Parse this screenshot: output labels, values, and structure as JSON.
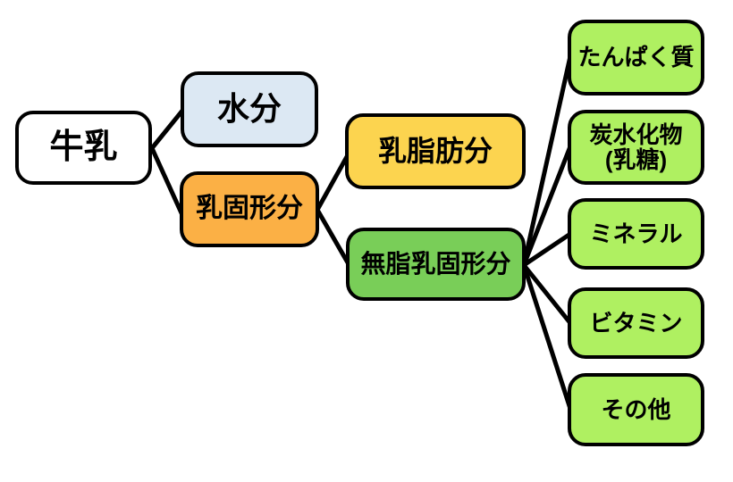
{
  "diagram": {
    "root_label": "牛乳",
    "nodes": [
      {
        "id": "milk",
        "label": "牛乳",
        "color": "#ffffff"
      },
      {
        "id": "water",
        "label": "水分",
        "color": "#dce8f3"
      },
      {
        "id": "milk-solids",
        "label": "乳固形分",
        "color": "#fbb045"
      },
      {
        "id": "milk-fat",
        "label": "乳脂肪分",
        "color": "#fcd44f"
      },
      {
        "id": "nonfat-solids",
        "label": "無脂乳固形分",
        "color": "#79ce58"
      },
      {
        "id": "protein",
        "label": "たんぱく質",
        "color": "#aff061"
      },
      {
        "id": "carbohydrate",
        "label": "炭水化物\n(乳糖)",
        "color": "#aff061"
      },
      {
        "id": "mineral",
        "label": "ミネラル",
        "color": "#aff061"
      },
      {
        "id": "vitamin",
        "label": "ビタミン",
        "color": "#aff061"
      },
      {
        "id": "other",
        "label": "その他",
        "color": "#aff061"
      }
    ],
    "edges": [
      {
        "from": "milk",
        "to": "water"
      },
      {
        "from": "milk",
        "to": "milk-solids"
      },
      {
        "from": "milk-solids",
        "to": "milk-fat"
      },
      {
        "from": "milk-solids",
        "to": "nonfat-solids"
      },
      {
        "from": "nonfat-solids",
        "to": "protein"
      },
      {
        "from": "nonfat-solids",
        "to": "carbohydrate"
      },
      {
        "from": "nonfat-solids",
        "to": "mineral"
      },
      {
        "from": "nonfat-solids",
        "to": "vitamin"
      },
      {
        "from": "nonfat-solids",
        "to": "other"
      }
    ],
    "colors": {
      "line": "#000000",
      "border": "#000000",
      "background": "#ffffff",
      "text": "#000000"
    }
  }
}
